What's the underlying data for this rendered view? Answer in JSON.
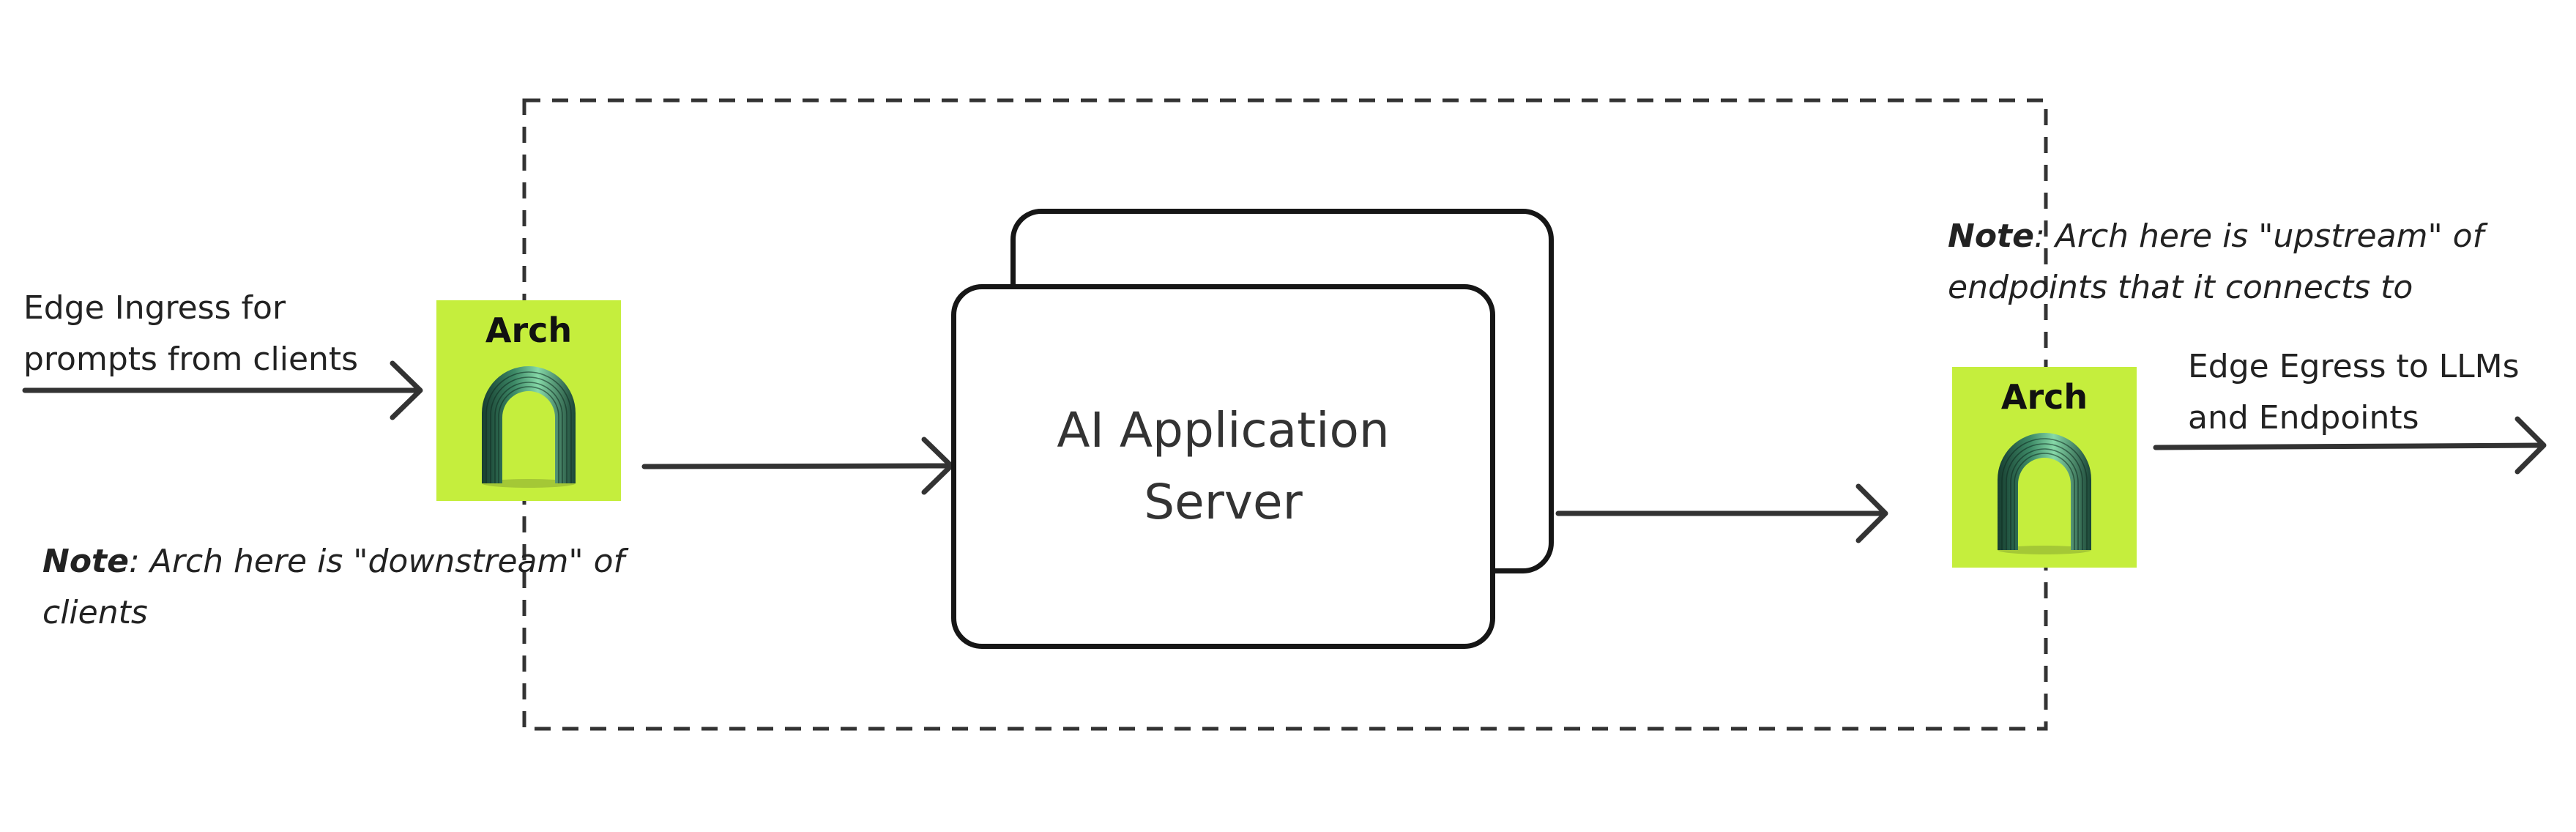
{
  "diagram": {
    "ingress_label": {
      "line1": "Edge Ingress for",
      "line2": "prompts from clients"
    },
    "egress_label": {
      "line1": "Edge Egress to LLMs",
      "line2": "and Endpoints"
    },
    "left_arch": {
      "title": "Arch",
      "icon": "arch-icon"
    },
    "right_arch": {
      "title": "Arch",
      "icon": "arch-icon"
    },
    "server": {
      "line1": "AI Application",
      "line2": "Server"
    },
    "note_downstream": {
      "bold": "Note",
      "line1_rest": ": Arch here is \"downstream\" of",
      "line2": "clients"
    },
    "note_upstream": {
      "bold": "Note",
      "line1_rest": ": Arch here is \"upstream\" of",
      "line2": "endpoints that it connects to"
    }
  },
  "colors": {
    "arch_box": "#c5ee3d",
    "line": "#333333",
    "server_border": "#161616",
    "logo_green_dark": "#1d4a3a",
    "logo_green_light": "#7fd3a3"
  }
}
